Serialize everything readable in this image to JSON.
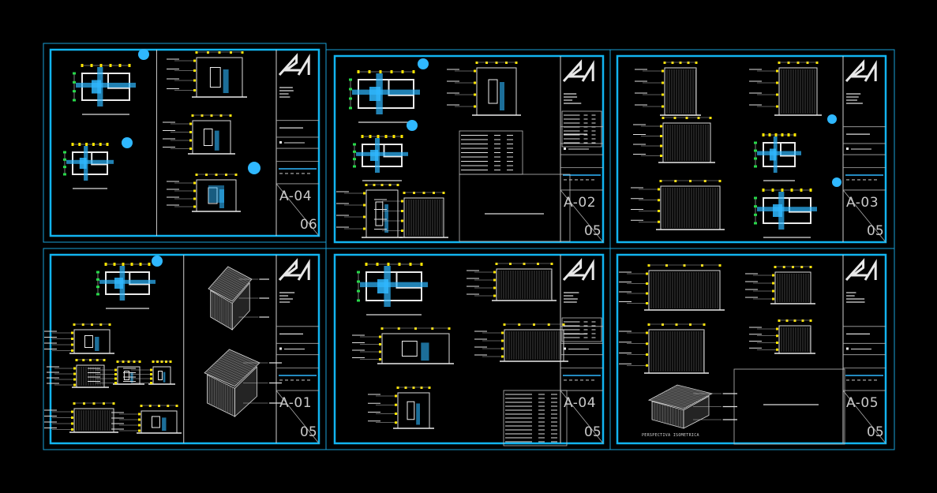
{
  "colors": {
    "background": "#000000",
    "frame": "#12b4f0",
    "outer_frame": "#1a9fd6",
    "linework": "#d8d8d8",
    "cyan_detail": "#2fb8ff",
    "yellow_dim": "#ffe600",
    "green_dim": "#28d94a",
    "white_text": "#e6e6e6"
  },
  "sheets": [
    {
      "id": "sheet-top-left",
      "code": "A-04",
      "number": "06"
    },
    {
      "id": "sheet-top-middle",
      "code": "A-02",
      "number": "05"
    },
    {
      "id": "sheet-top-right",
      "code": "A-03",
      "number": "05"
    },
    {
      "id": "sheet-bottom-left",
      "code": "A-01",
      "number": "05"
    },
    {
      "id": "sheet-bottom-middle",
      "code": "A-04",
      "number": "05"
    },
    {
      "id": "sheet-bottom-right",
      "code": "A-05",
      "number": "05"
    }
  ],
  "captions": {
    "bottom_right_perspective": "PERSPECTIVA ISOMETRICA"
  },
  "icons": {
    "logo": "triangle-logo-icon",
    "marker": "section-marker-icon"
  }
}
